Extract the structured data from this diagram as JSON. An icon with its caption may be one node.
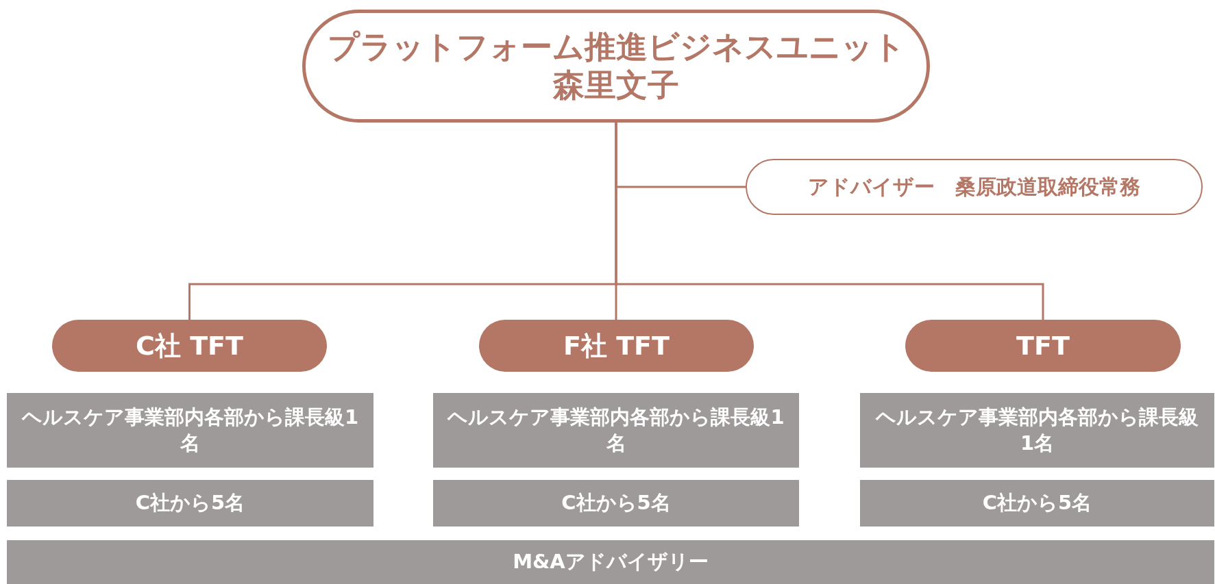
{
  "diagram": {
    "nodes": [
      {
        "text": [
          "プラットフォーム推進ビジネスユニット",
          "森里文子"
        ]
      },
      {
        "text": [
          "アドバイザー　桑原政道取締役常務"
        ]
      },
      {
        "text": [
          "C社 TFT"
        ]
      },
      {
        "text": [
          "F社 TFT"
        ]
      },
      {
        "text": [
          "TFT"
        ]
      },
      {
        "text": [
          "ヘルスケア事業部内各部から課長級1名"
        ]
      },
      {
        "text": [
          "ヘルスケア事業部内各部から課長級1名"
        ]
      },
      {
        "text": [
          "ヘルスケア事業部内各部から課長級1名"
        ]
      },
      {
        "text": [
          "C社から5名"
        ]
      },
      {
        "text": [
          "C社から5名"
        ]
      },
      {
        "text": [
          "C社から5名"
        ]
      },
      {
        "text": [
          "M&Aアドバイザリー"
        ]
      }
    ],
    "edges": [
      {
        "from": 0,
        "to": 1,
        "arrow": "none"
      },
      {
        "from": 0,
        "to": 2,
        "arrow": "none"
      },
      {
        "from": 0,
        "to": 3,
        "arrow": "none"
      },
      {
        "from": 0,
        "to": 4,
        "arrow": "none"
      }
    ]
  }
}
